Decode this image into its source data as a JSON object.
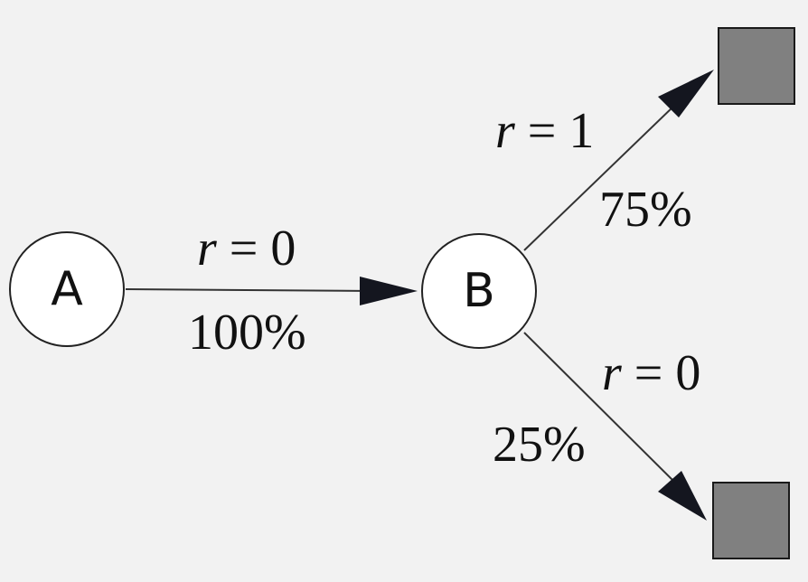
{
  "nodes": {
    "a": {
      "label": "A"
    },
    "b": {
      "label": "B"
    }
  },
  "edges": {
    "a_to_b": {
      "reward_var": "r",
      "reward_rest": " = 0",
      "probability": "100%"
    },
    "b_to_top": {
      "reward_var": "r",
      "reward_rest": " = 1",
      "probability": "75%"
    },
    "b_to_bottom": {
      "reward_var": "r",
      "reward_rest": " = 0",
      "probability": "25%"
    }
  },
  "colors": {
    "background": "#f2f2f2",
    "node_fill": "#ffffff",
    "terminal_fill": "#808080",
    "arrow": "#14161f"
  }
}
